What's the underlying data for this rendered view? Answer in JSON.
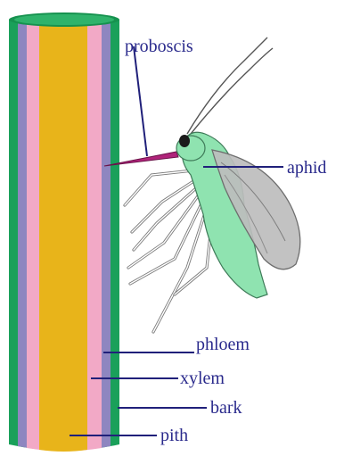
{
  "labels": {
    "proboscis": "proboscis",
    "aphid": "aphid",
    "phloem": "phloem",
    "xylem": "xylem",
    "bark": "bark",
    "pith": "pith"
  },
  "colors": {
    "bark": "#1aa05a",
    "phloem": "#8e86c0",
    "xylem": "#f2a9c6",
    "pith": "#e8b41a",
    "aphid_body": "#8fe3b0",
    "aphid_wing": "#bdbdbd",
    "proboscis": "#b0237a",
    "label_text": "#2a2a8c"
  }
}
